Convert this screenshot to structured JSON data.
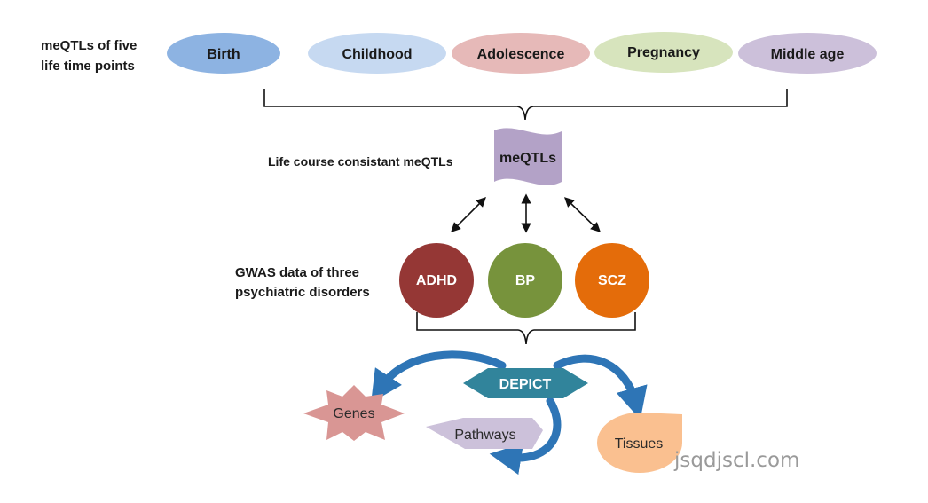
{
  "labels": {
    "timepoints_line1": "meQTLs of five",
    "timepoints_line2": "life time points",
    "consistent": "Life course consistant  meQTLs",
    "gwas_line1": "GWAS data of three",
    "gwas_line2": "psychiatric disorders"
  },
  "timepoints": [
    {
      "label": "Birth",
      "color": "#8db3e2"
    },
    {
      "label": "Childhood",
      "color": "#c6d9f1"
    },
    {
      "label": "Adolescence",
      "color": "#e6b9b8"
    },
    {
      "label": "Pregnancy",
      "color": "#d7e4bd"
    },
    {
      "label": "Middle  age",
      "color": "#ccc0da"
    }
  ],
  "meqtl": {
    "label": "meQTLs",
    "color": "#b3a2c7"
  },
  "disorders": [
    {
      "label": "ADHD",
      "color": "#953735"
    },
    {
      "label": "BP",
      "color": "#77933c"
    },
    {
      "label": "SCZ",
      "color": "#e46c0a"
    }
  ],
  "depict": {
    "label": "DEPICT",
    "color": "#31849b"
  },
  "outputs": {
    "genes": {
      "label": "Genes",
      "color": "#d99694"
    },
    "pathways": {
      "label": "Pathways",
      "color": "#ccc1da"
    },
    "tissues": {
      "label": "Tissues",
      "color": "#fac090"
    }
  },
  "arrow_color": "#2e75b6",
  "watermark": "jsqdjscl.com"
}
